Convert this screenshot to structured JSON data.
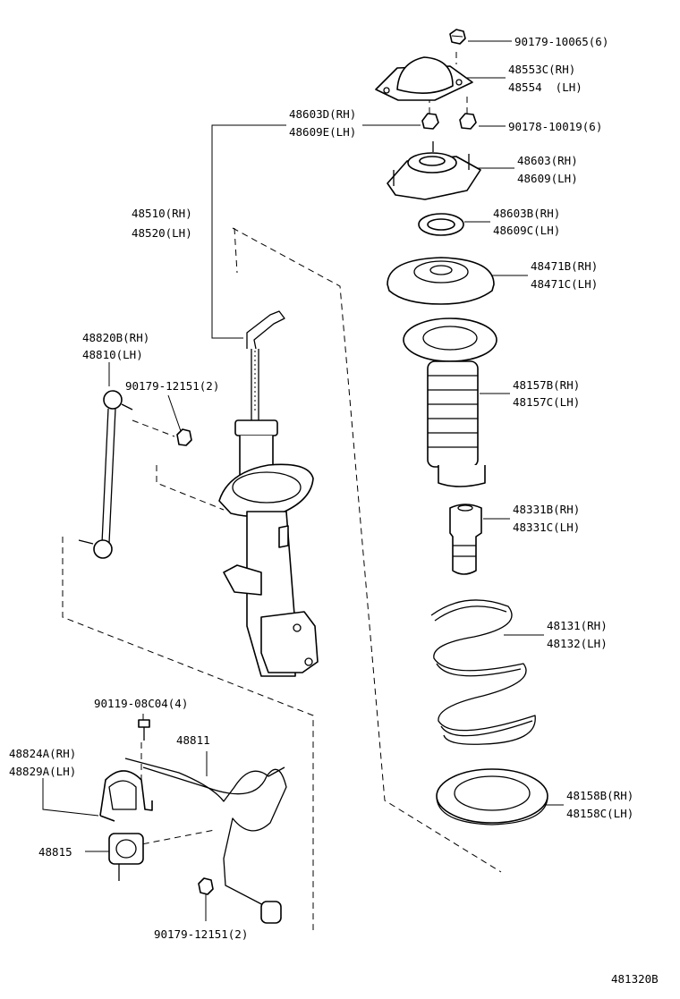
{
  "diagram_ref": "481320B",
  "labels": [
    {
      "id": "nut-top",
      "lines": [
        "90179-10065(6)"
      ]
    },
    {
      "id": "support-cover",
      "lines": [
        "48553C(RH)",
        "48554  (LH)"
      ]
    },
    {
      "id": "nut-support",
      "lines": [
        "90178-10019(6)"
      ]
    },
    {
      "id": "shock-bracket",
      "lines": [
        "48603D(RH)",
        "48609E(LH)"
      ]
    },
    {
      "id": "suspension-support",
      "lines": [
        "48603(RH)",
        "48609(LH)"
      ]
    },
    {
      "id": "bearing",
      "lines": [
        "48603B(RH)",
        "48609C(LH)"
      ]
    },
    {
      "id": "absorber-strut",
      "lines": [
        "48510(RH)",
        "48520(LH)"
      ]
    },
    {
      "id": "spring-seat-upper",
      "lines": [
        "48471B(RH)",
        "48471C(LH)"
      ]
    },
    {
      "id": "stabilizer-link",
      "lines": [
        "48820B(RH)",
        "48810(LH)"
      ]
    },
    {
      "id": "link-nut",
      "lines": [
        "90179-12151(2)"
      ]
    },
    {
      "id": "dust-boot",
      "lines": [
        "48157B(RH)",
        "48157C(LH)"
      ]
    },
    {
      "id": "bump-stopper",
      "lines": [
        "48331B(RH)",
        "48331C(LH)"
      ]
    },
    {
      "id": "coil-spring",
      "lines": [
        "48131(RH)",
        "48132(LH)"
      ]
    },
    {
      "id": "bracket-bolt",
      "lines": [
        "90119-08C04(4)"
      ]
    },
    {
      "id": "stabilizer-bar",
      "lines": [
        "48811"
      ]
    },
    {
      "id": "bushing-bracket",
      "lines": [
        "48824A(RH)",
        "48829A(LH)"
      ]
    },
    {
      "id": "stabilizer-bushing",
      "lines": [
        "48815"
      ]
    },
    {
      "id": "spring-insulator",
      "lines": [
        "48158B(RH)",
        "48158C(LH)"
      ]
    },
    {
      "id": "bar-nut",
      "lines": [
        "90179-12151(2)"
      ]
    }
  ]
}
